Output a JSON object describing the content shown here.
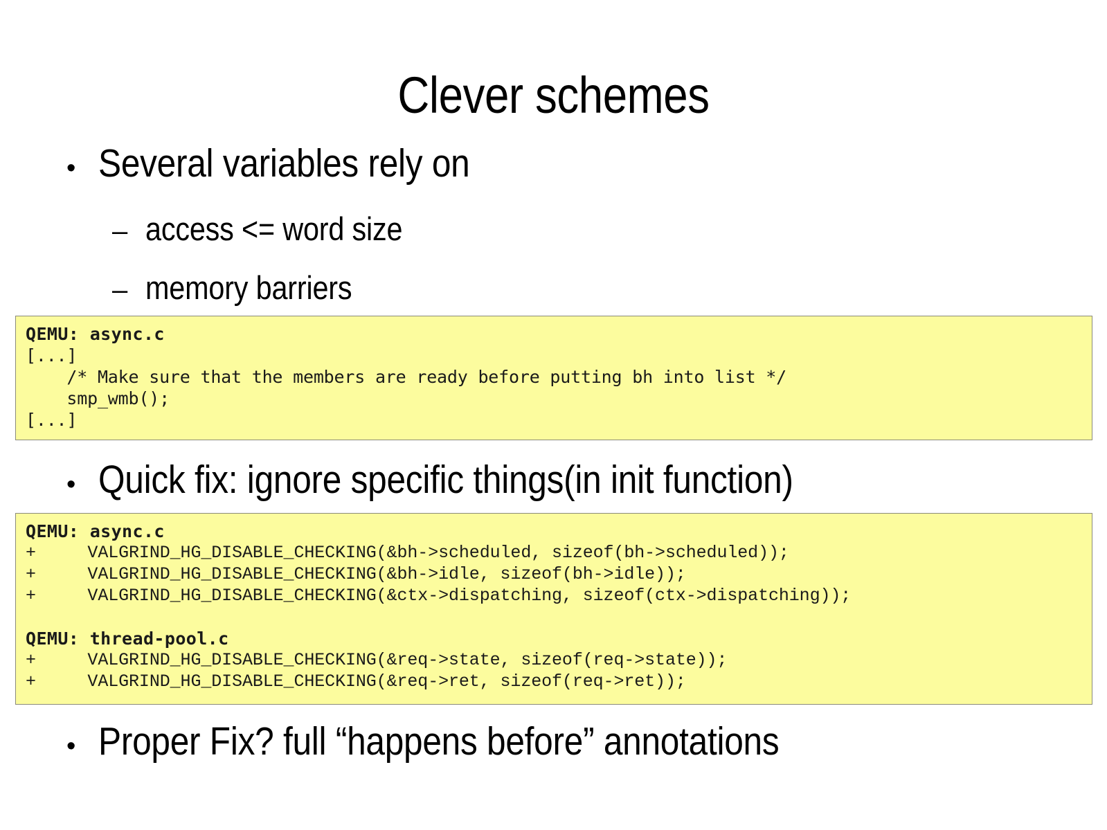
{
  "slide": {
    "title": "Clever schemes",
    "bullet_marker": "•",
    "sub_marker": "–",
    "bullets": [
      {
        "text": "Several variables rely on"
      },
      {
        "text": "Quick fix: ignore specific things(in init function)"
      },
      {
        "text": "Proper Fix? full “happens before” annotations"
      }
    ],
    "sub_bullets": [
      {
        "text": "access <= word size"
      },
      {
        "text": "memory barriers"
      }
    ],
    "code_blocks": [
      {
        "name": "async-smp-wmb-snippet",
        "lines": [
          {
            "text": "QEMU: async.c",
            "style": "hdr"
          },
          {
            "text": "[...]",
            "style": "plain"
          },
          {
            "text": "    /* Make sure that the members are ready before putting bh into list */",
            "style": "plain"
          },
          {
            "text": "    smp_wmb();",
            "style": "plain"
          },
          {
            "text": "[...]",
            "style": "plain"
          }
        ]
      },
      {
        "name": "valgrind-disable-checking-snippet",
        "lines": [
          {
            "text": "QEMU: async.c",
            "style": "hdr"
          },
          {
            "text": "+     VALGRIND_HG_DISABLE_CHECKING(&bh->scheduled, sizeof(bh->scheduled));",
            "style": "wide"
          },
          {
            "text": "+     VALGRIND_HG_DISABLE_CHECKING(&bh->idle, sizeof(bh->idle));",
            "style": "wide"
          },
          {
            "text": "+     VALGRIND_HG_DISABLE_CHECKING(&ctx->dispatching, sizeof(ctx->dispatching));",
            "style": "wide"
          },
          {
            "text": " ",
            "style": "blank"
          },
          {
            "text": "QEMU: thread-pool.c",
            "style": "hdr"
          },
          {
            "text": "+     VALGRIND_HG_DISABLE_CHECKING(&req->state, sizeof(req->state));",
            "style": "wide"
          },
          {
            "text": "+     VALGRIND_HG_DISABLE_CHECKING(&req->ret, sizeof(req->ret));",
            "style": "wide"
          }
        ]
      }
    ],
    "colors": {
      "code_background": "#fcfc9e",
      "code_border": "#8a8a7a",
      "text": "#000000",
      "slide_background": "#ffffff"
    }
  }
}
